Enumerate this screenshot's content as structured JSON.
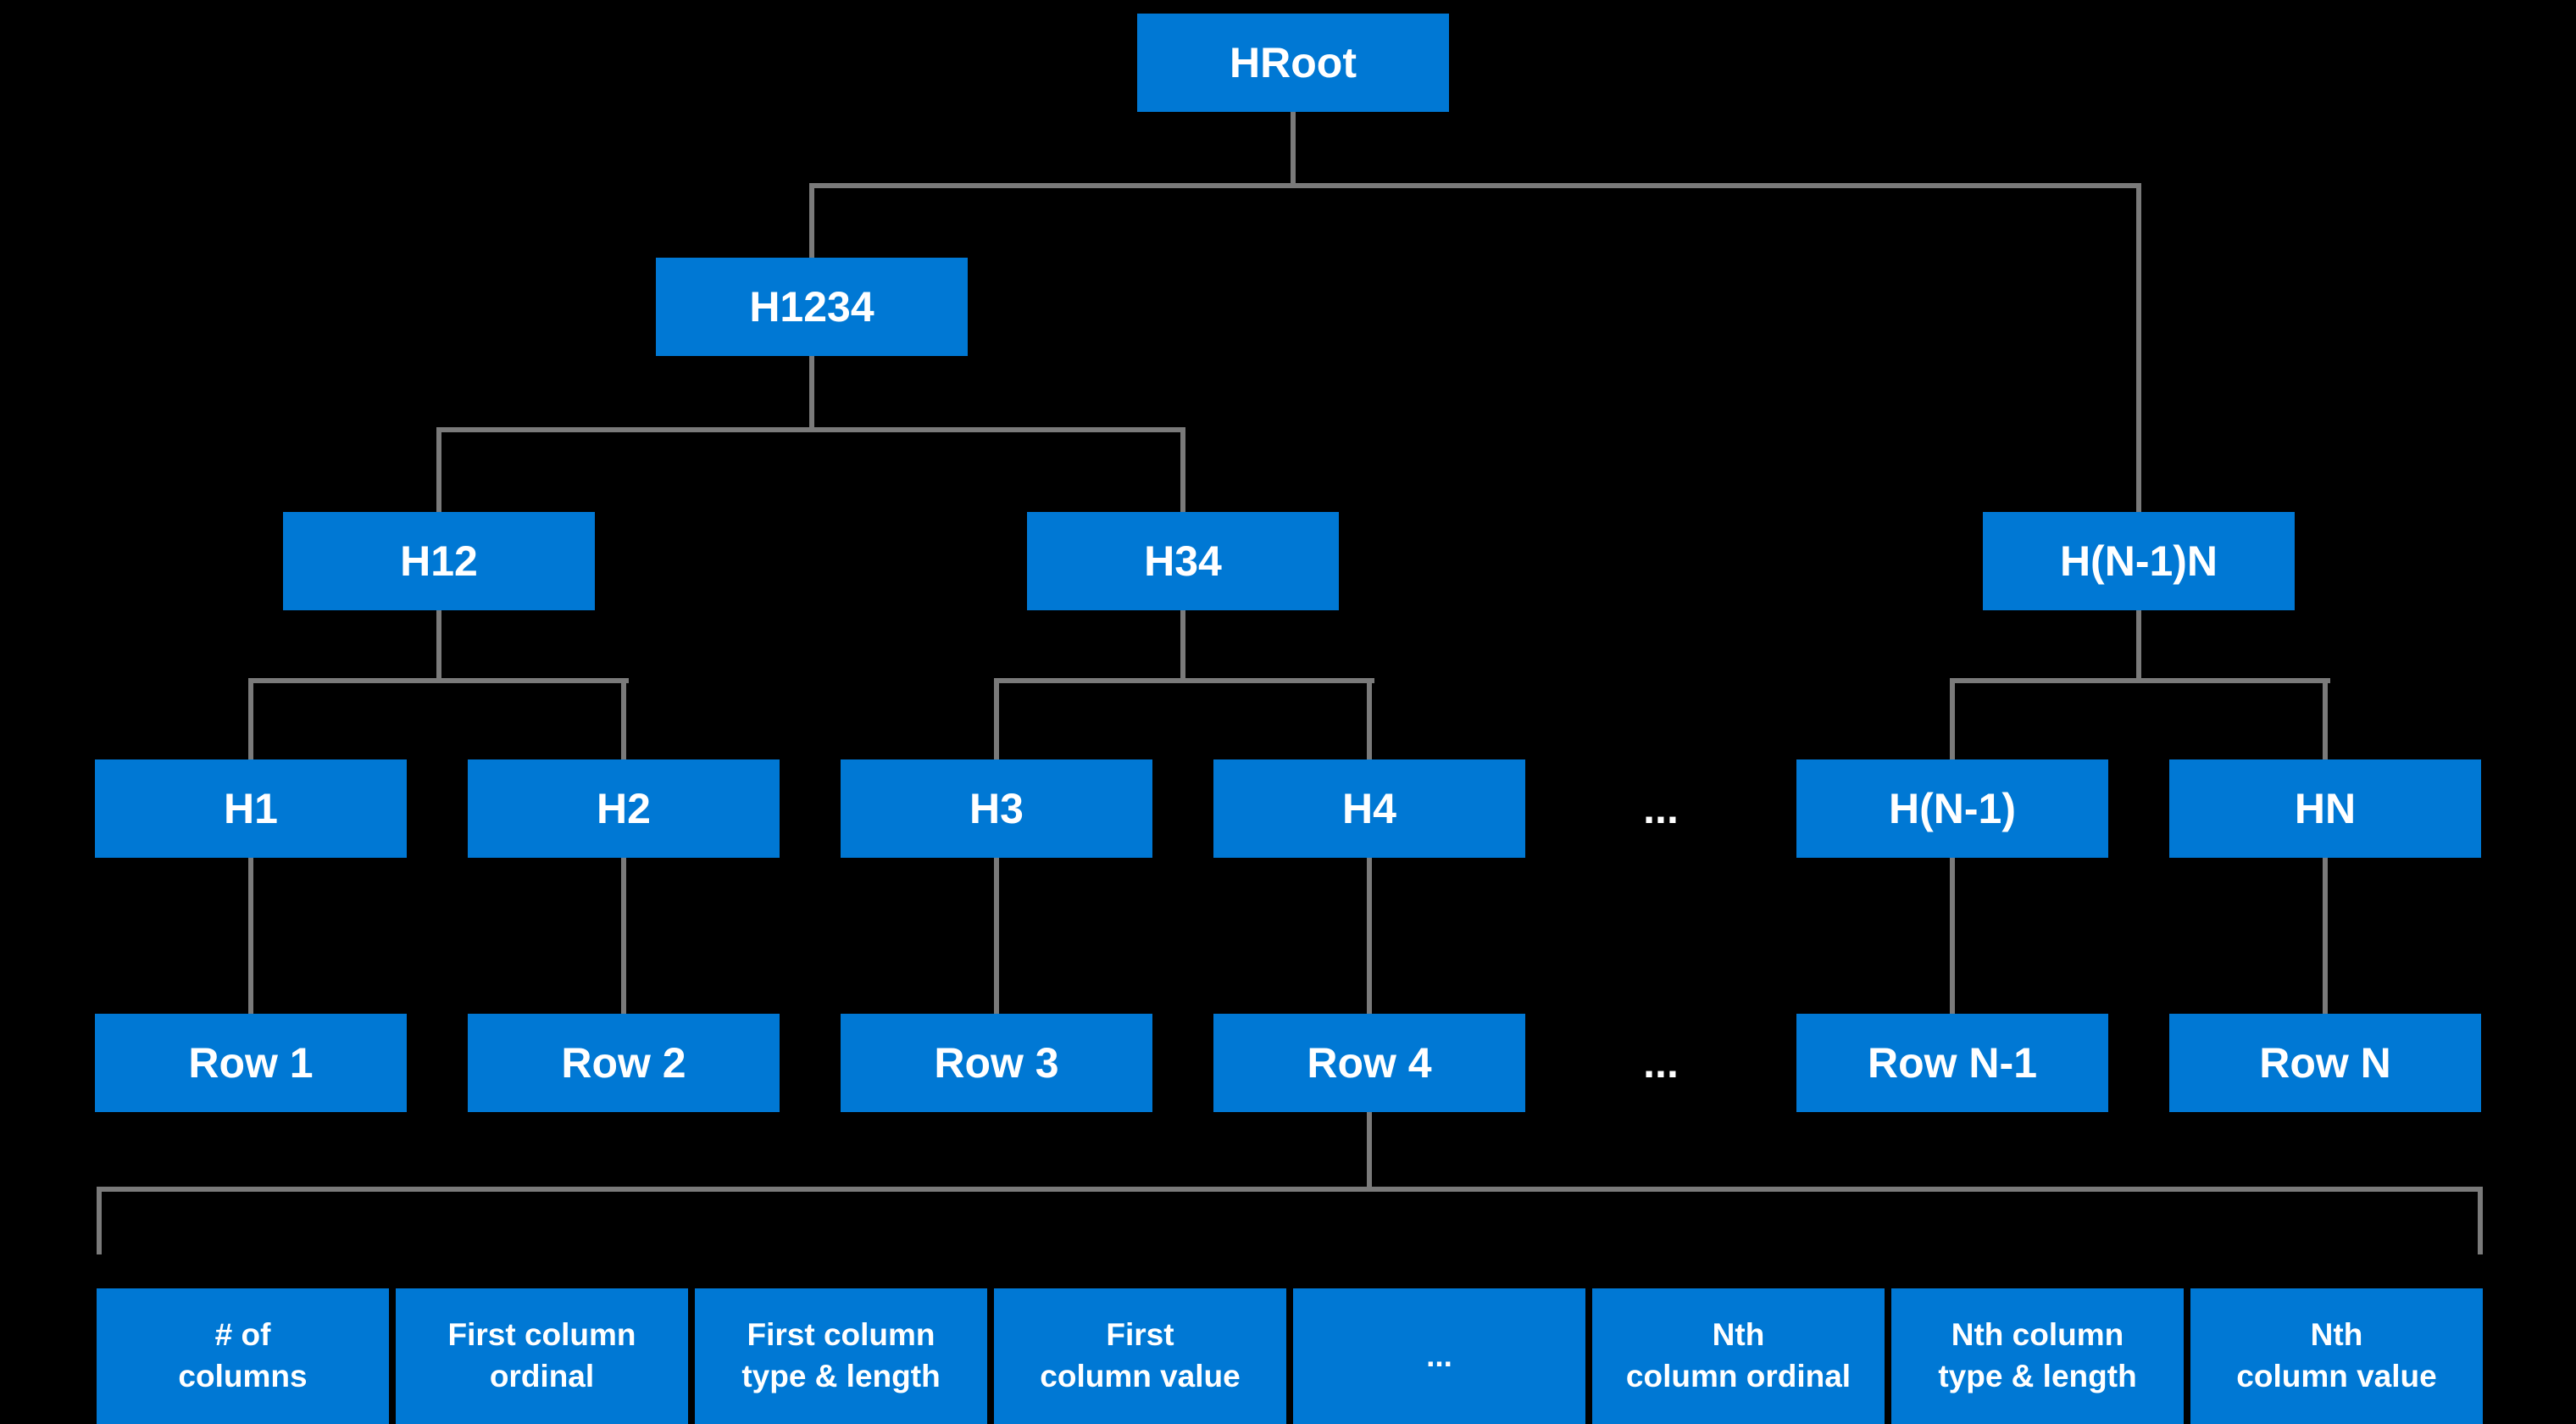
{
  "colors": {
    "background": "#000000",
    "node_fill": "#0078d4",
    "node_text": "#ffffff",
    "connector": "#7a7a7a"
  },
  "tree": {
    "root": "HRoot",
    "level2": "H1234",
    "level3": [
      "H12",
      "H34",
      "H(N-1)N"
    ],
    "level4": [
      "H1",
      "H2",
      "H3",
      "H4",
      "H(N-1)",
      "HN"
    ],
    "level4_ellipsis": "...",
    "level5": [
      "Row 1",
      "Row 2",
      "Row 3",
      "Row 4",
      "Row N-1",
      "Row N"
    ],
    "level5_ellipsis": "...",
    "row_fields": [
      {
        "line1": "# of",
        "line2": "columns"
      },
      {
        "line1": "First column",
        "line2": "ordinal"
      },
      {
        "line1": "First column",
        "line2": "type & length"
      },
      {
        "line1": "First",
        "line2": "column value"
      },
      {
        "line1": "...",
        "line2": ""
      },
      {
        "line1": "Nth",
        "line2": "column ordinal"
      },
      {
        "line1": "Nth column",
        "line2": "type & length"
      },
      {
        "line1": "Nth",
        "line2": "column value"
      }
    ]
  }
}
